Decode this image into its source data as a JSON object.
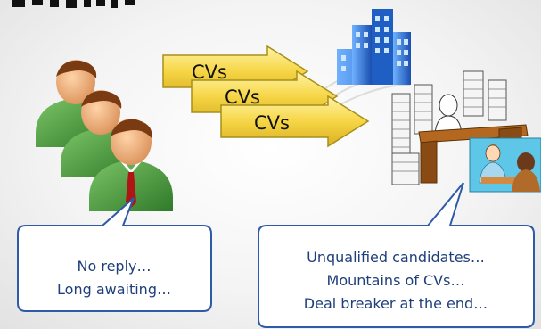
{
  "arrows": [
    {
      "label": "CVs"
    },
    {
      "label": "CVs"
    },
    {
      "label": "CVs"
    }
  ],
  "candidate_bubble": {
    "lines": [
      "No reply…",
      "Long awaiting…"
    ]
  },
  "employer_bubble": {
    "lines": [
      "Unqualified candidates…",
      "Mountains of CVs…",
      "Deal breaker at the end…"
    ]
  },
  "colors": {
    "arrow_fill": "#f5d44a",
    "arrow_stroke": "#a88f1c",
    "bubble_stroke": "#2e5aa8",
    "bubble_text": "#1f3f7a",
    "suit_green": "#4a9a3c",
    "building_blue": "#2a6fd4"
  },
  "icons": {
    "header_fragment": "clipped-header-text",
    "candidates": "people-group-icon",
    "building": "office-building-icon",
    "office_desk": "paper-stacks-desk-icon",
    "interview": "interview-scene-icon"
  }
}
